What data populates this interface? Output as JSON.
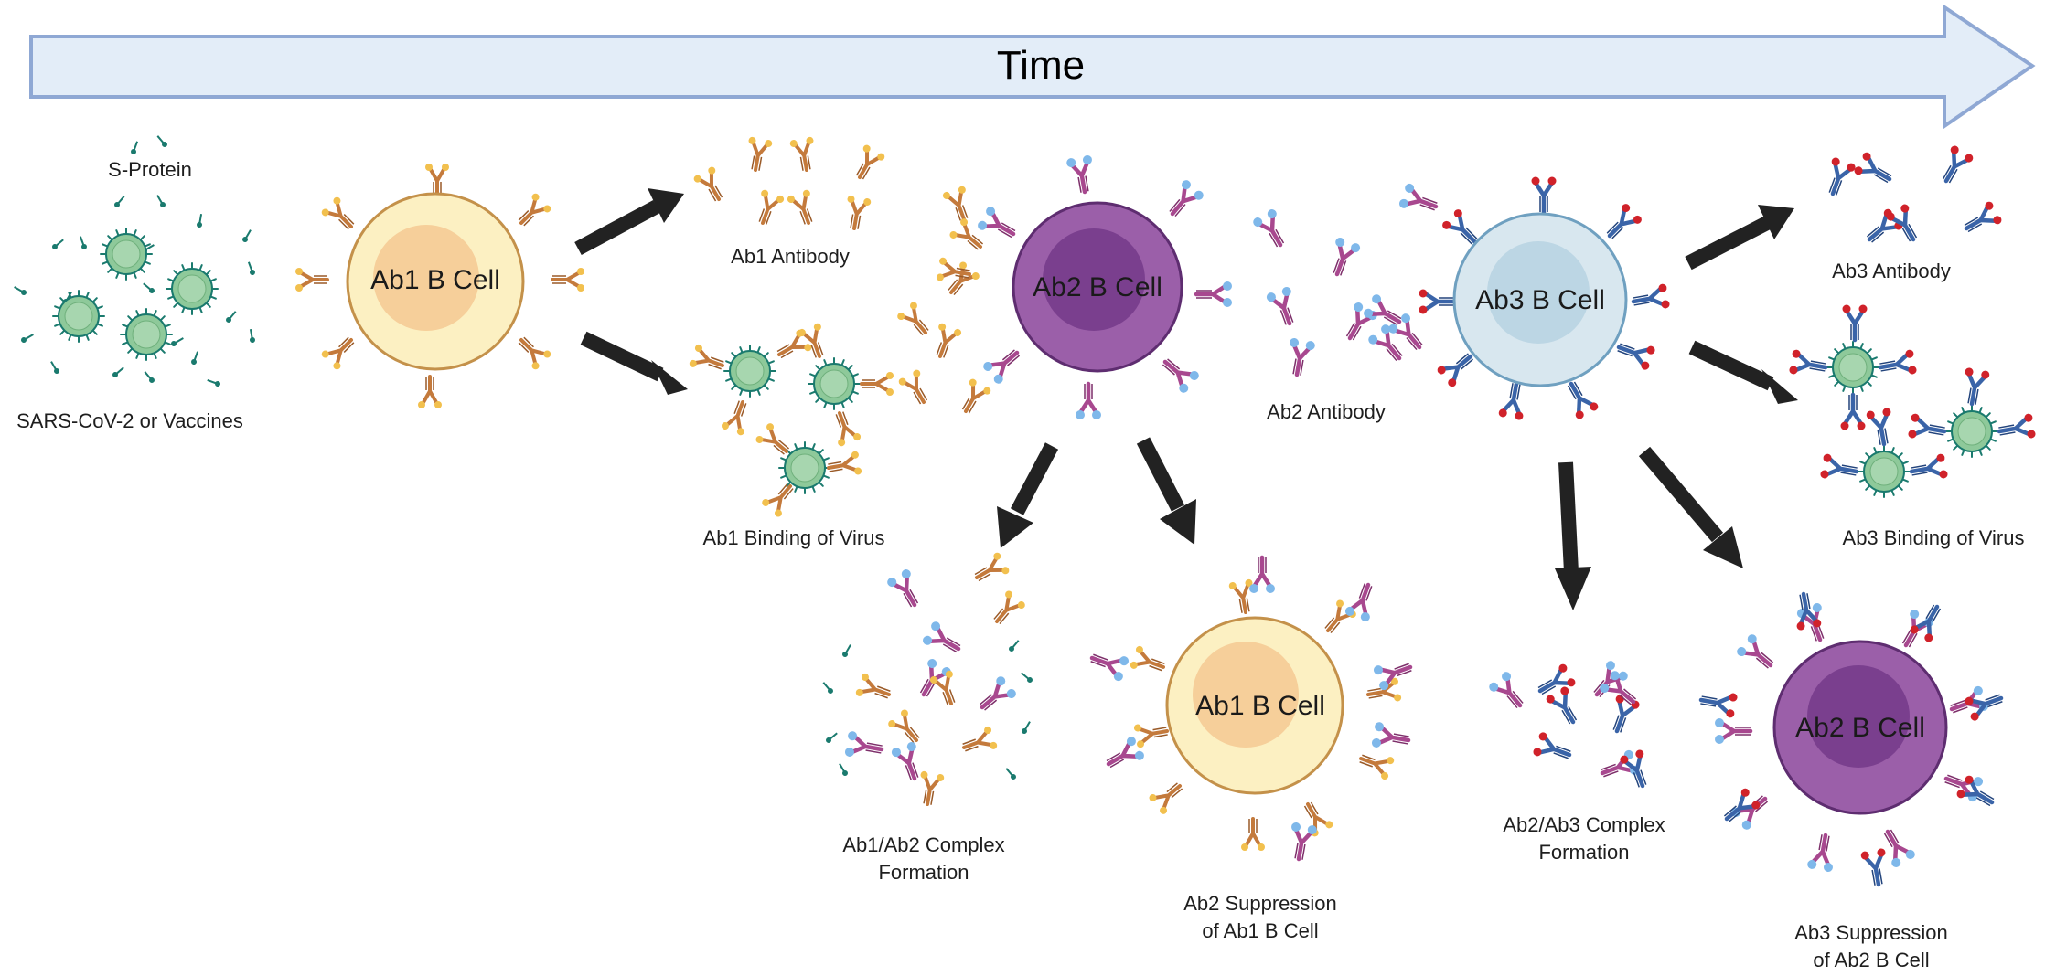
{
  "timeline": {
    "label": "Time"
  },
  "labels": {
    "s_protein": "S-Protein",
    "source": "SARS-CoV-2 or Vaccines",
    "ab1_antibody": "Ab1 Antibody",
    "ab1_binding": "Ab1 Binding of Virus",
    "ab2_antibody": "Ab2 Antibody",
    "ab3_antibody": "Ab3 Antibody",
    "ab3_binding": "Ab3 Binding of Virus",
    "ab1_ab2_complex_line1": "Ab1/Ab2 Complex",
    "ab1_ab2_complex_line2": "Formation",
    "ab2_suppression_line1": "Ab2 Suppression",
    "ab2_suppression_line2": "of Ab1 B Cell",
    "ab2_ab3_complex_line1": "Ab2/Ab3 Complex",
    "ab2_ab3_complex_line2": "Formation",
    "ab3_suppression_line1": "Ab3 Suppression",
    "ab3_suppression_line2": "of Ab2 B Cell"
  },
  "cells": {
    "ab1_main": "Ab1 B Cell",
    "ab2_main": "Ab2 B Cell",
    "ab3_main": "Ab3 B Cell",
    "ab1_suppressed": "Ab1 B Cell",
    "ab2_suppressed": "Ab2 B Cell"
  },
  "colors": {
    "timeline_fill": "#e3edf8",
    "timeline_stroke": "#8fa8d4",
    "ab1_cell_outer": "#fcf0c2",
    "ab1_cell_inner": "#f6cf9a",
    "ab1_cell_stroke": "#c4914a",
    "ab2_cell_outer": "#9b5fa9",
    "ab2_cell_inner": "#7a3f8e",
    "ab2_cell_stroke": "#5e2d70",
    "ab3_cell_outer": "#d8e7ef",
    "ab3_cell_inner": "#bcd6e4",
    "ab3_cell_stroke": "#6fa0c0",
    "ab1_antibody": "#c47a3c",
    "ab1_tip": "#f2c04e",
    "ab2_antibody": "#a8488f",
    "ab2_tip": "#7fb8ea",
    "ab3_antibody": "#3a64a8",
    "ab3_tip": "#d0222a",
    "virus_body": "#8ec99a",
    "virus_spike": "#1a7a6e",
    "arrow": "#222222"
  }
}
